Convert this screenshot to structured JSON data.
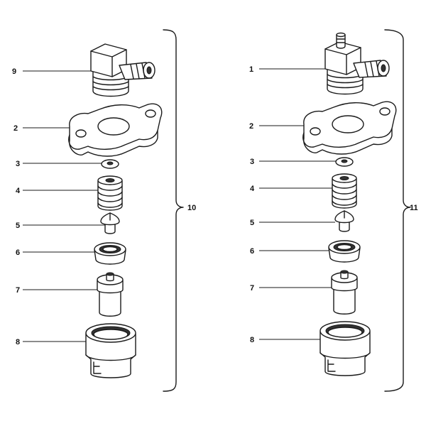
{
  "left_assembly": {
    "group_label": "10",
    "labels": [
      "9",
      "2",
      "3",
      "4",
      "5",
      "6",
      "7",
      "8"
    ]
  },
  "right_assembly": {
    "group_label": "11",
    "labels": [
      "1",
      "2",
      "3",
      "4",
      "5",
      "6",
      "7",
      "8"
    ]
  }
}
